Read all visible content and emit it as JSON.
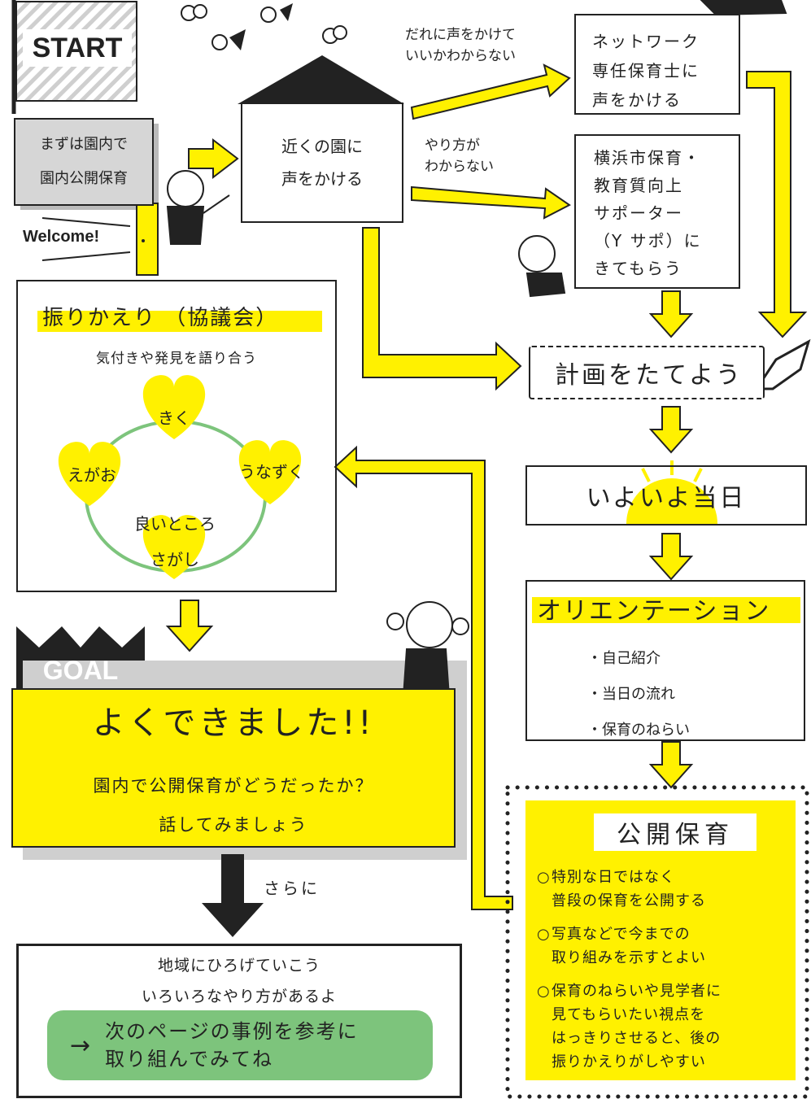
{
  "colors": {
    "yellow": "#FFF100",
    "green": "#7DC47C",
    "ink": "#222222",
    "gray": "#D9D9D9"
  },
  "start": {
    "label": "START",
    "step1": [
      "まずは園内で",
      "園内公開保育"
    ],
    "welcome": "Welcome!"
  },
  "neighbor": {
    "lines": [
      "近くの園に",
      "声をかける"
    ]
  },
  "branch_upper": {
    "condition": [
      "だれに声をかけて",
      "いいかわからない"
    ],
    "box": [
      "ネットワーク",
      "専任保育士に",
      "声をかける"
    ]
  },
  "branch_lower": {
    "condition": [
      "やり方が",
      "わからない"
    ],
    "box": [
      "横浜市保育・",
      "教育質向上",
      "サポーター",
      "（Y サポ）に",
      "きてもらう"
    ]
  },
  "plan": {
    "label": "計画をたてよう"
  },
  "day": {
    "label": "いよいよ当日"
  },
  "orientation": {
    "title": "オリエンテーション",
    "items": [
      "・自己紹介",
      "・当日の流れ",
      "・保育のねらい"
    ]
  },
  "open": {
    "title": "公開保育",
    "points": [
      [
        "特別な日ではなく",
        "普段の保育を公開する"
      ],
      [
        "写真などで今までの",
        "取り組みを示すとよい"
      ],
      [
        "保育のねらいや見学者に",
        "見てもらいたい視点を",
        "はっきりさせると、後の",
        "振りかえりがしやすい"
      ]
    ]
  },
  "review": {
    "title": "振りかえり （協議会）",
    "subtitle": "気付きや発見を語り合う",
    "hearts": [
      "きく",
      "うなずく",
      "えがお",
      "良いところ",
      "さがし"
    ]
  },
  "goal": {
    "tag": "GOAL",
    "title": "よくできました!!",
    "lines": [
      "園内で公開保育がどうだったか？",
      "話してみましょう"
    ]
  },
  "further": {
    "label": "さらに"
  },
  "next": {
    "lines": [
      "地域にひろげていこう",
      "いろいろなやり方があるよ"
    ],
    "button": [
      "次のページの事例を参考に",
      "取り組んでみてね"
    ],
    "arrow": "→"
  }
}
